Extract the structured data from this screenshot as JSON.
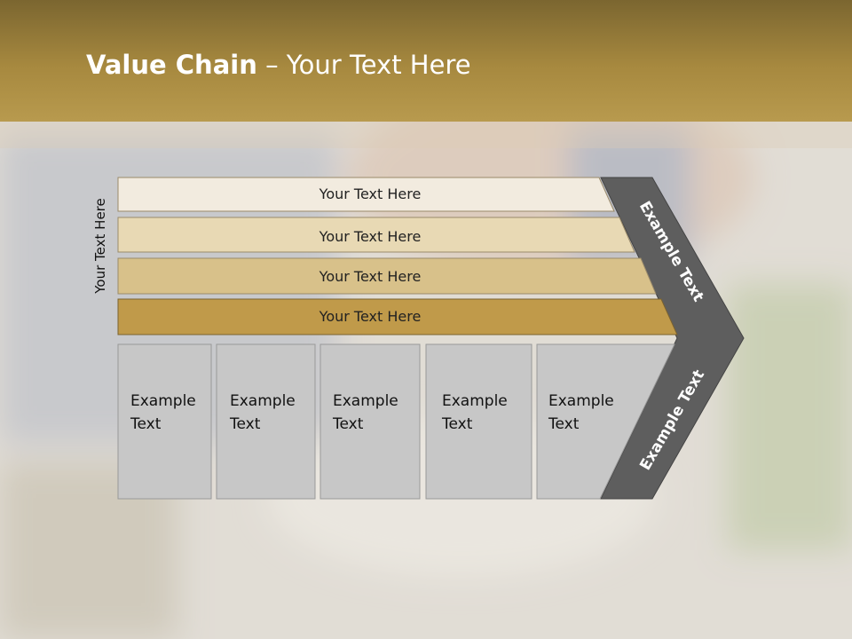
{
  "slide": {
    "title_bold": "Value Chain",
    "title_rest": " – Your Text Here",
    "side_label": "Your Text Here",
    "bars": [
      "Your Text Here",
      "Your Text Here",
      "Your Text Here",
      "Your Text Here"
    ],
    "boxes": [
      "Example\nText",
      "Example\nText",
      "Example\nText",
      "Example\nText",
      "Example\nText"
    ],
    "arrow_top_label": "Example Text",
    "arrow_bottom_label": "Example Text"
  },
  "colors": {
    "header": "#a7893f",
    "bar1": "#f2ebdf",
    "bar2": "#e8d9b4",
    "bar3": "#d8c18a",
    "bar4": "#c09a4a",
    "box": "#c7c7c7",
    "arrow": "#5e5e5e"
  }
}
